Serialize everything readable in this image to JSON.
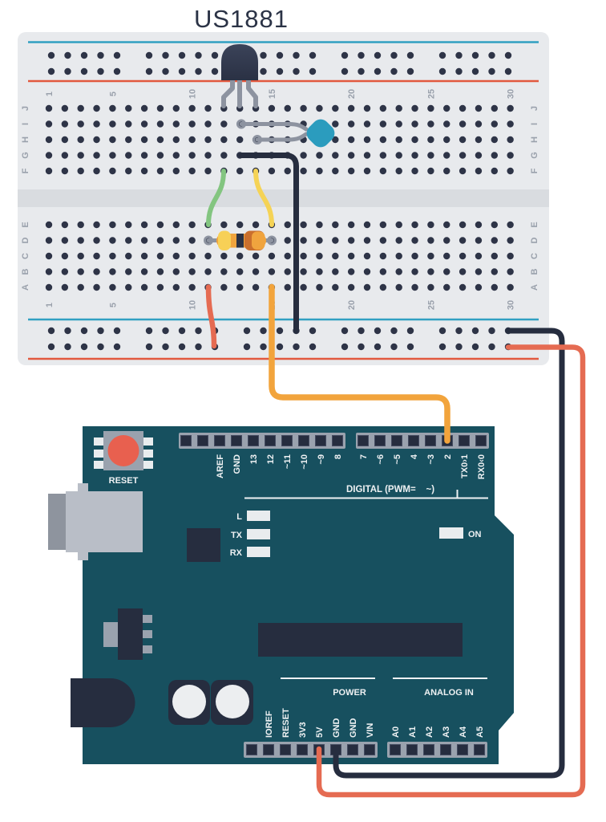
{
  "title": "US1881",
  "breadboard": {
    "column_numbers": [
      "1",
      "5",
      "10",
      "15",
      "20",
      "25",
      "30"
    ],
    "row_letters_top": [
      "J",
      "I",
      "H",
      "G",
      "F"
    ],
    "row_letters_bottom": [
      "E",
      "D",
      "C",
      "B",
      "A"
    ]
  },
  "arduino": {
    "reset_label": "RESET",
    "digital_section_label": "DIGITAL (PWM=    ~)",
    "digital_header1_labels": [
      "AREF",
      "GND",
      "13",
      "12",
      "~11",
      "~10",
      "~9",
      "8"
    ],
    "digital_header2_labels": [
      "7",
      "~6",
      "~5",
      "4",
      "~3",
      "2",
      "TX0›1",
      "RX0‹0"
    ],
    "led_labels": [
      "L",
      "TX",
      "RX"
    ],
    "on_label": "ON",
    "power_section_label": "POWER",
    "analog_section_label": "ANALOG IN",
    "power_pin_labels": [
      "IOREF",
      "RESET",
      "3V3",
      "5V",
      "GND",
      "GND",
      "VIN"
    ],
    "analog_pin_labels": [
      "A0",
      "A1",
      "A2",
      "A3",
      "A4",
      "A5"
    ]
  },
  "colors": {
    "arduino_board": "#17505f",
    "wire_orange": "#f2a43c",
    "wire_red": "#e56b52",
    "wire_black": "#262d3f",
    "wire_green": "#83c580",
    "wire_yellow": "#f5d356",
    "capacitor_blue": "#2b9cbe",
    "rail_blue": "#31a0c2",
    "rail_red": "#e2593f",
    "resistor_body": "#f0a43e"
  }
}
